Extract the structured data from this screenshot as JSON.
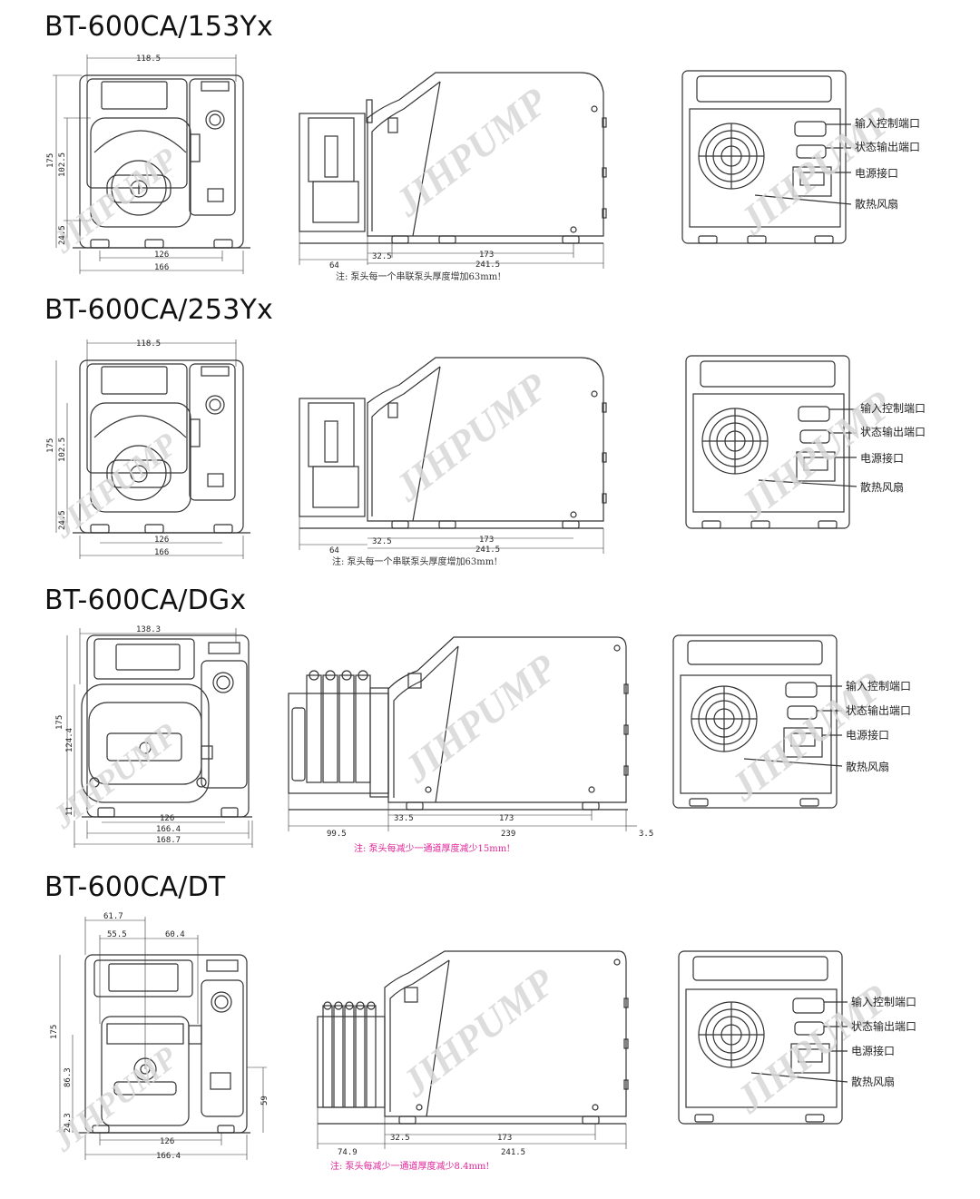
{
  "watermark": "JIHPUMP",
  "colors": {
    "line": "#333333",
    "note_default": "#333333",
    "note_magenta": "#e0249a",
    "watermark": "#d0d0d0"
  },
  "ports": [
    "输入控制端口",
    "状态输出端口",
    "电源接口",
    "散热风扇"
  ],
  "models": [
    {
      "title": "BT-600CA/153Yx",
      "front": {
        "top_width": "118.5",
        "height": "175",
        "mid_height": "102.5",
        "bottom_height": "24.5",
        "inner_width": "126",
        "total_width": "166"
      },
      "side": {
        "head": "64",
        "left_offset": "32.5",
        "mid": "173",
        "total": "241.5",
        "right": ""
      },
      "note": "注: 泵头每一个串联泵头厚度增加63mm!",
      "note_color": "#333333"
    },
    {
      "title": "BT-600CA/253Yx",
      "front": {
        "top_width": "118.5",
        "height": "175",
        "mid_height": "102.5",
        "bottom_height": "24.5",
        "inner_width": "126",
        "total_width": "166"
      },
      "side": {
        "head": "64",
        "left_offset": "32.5",
        "mid": "173",
        "total": "241.5",
        "right": ""
      },
      "note": "注: 泵头每一个串联泵头厚度增加63mm!",
      "note_color": "#333333"
    },
    {
      "title": "BT-600CA/DGx",
      "front": {
        "top_width": "138.3",
        "height": "175",
        "mid_height": "124.4",
        "bottom_height": "11",
        "inner_width": "126",
        "total_width": "166.4",
        "total_width2": "168.7"
      },
      "side": {
        "head": "99.5",
        "left_offset": "33.5",
        "mid": "173",
        "total": "239",
        "right": "3.5"
      },
      "note": "注: 泵头每减少一通道厚度减少15mm!",
      "note_color": "#e0249a"
    },
    {
      "title": "BT-600CA/DT",
      "front": {
        "top_width": "61.7",
        "top_left": "55.5",
        "top_right": "60.4",
        "height": "175",
        "mid_height": "86.3",
        "bottom_height": "24.3",
        "right_height": "59",
        "inner_width": "126",
        "total_width": "166.4"
      },
      "side": {
        "head": "74.9",
        "left_offset": "32.5",
        "mid": "173",
        "total": "241.5",
        "right": ""
      },
      "note": "注: 泵头每减少一通道厚度减少8.4mm!",
      "note_color": "#e0249a"
    }
  ]
}
